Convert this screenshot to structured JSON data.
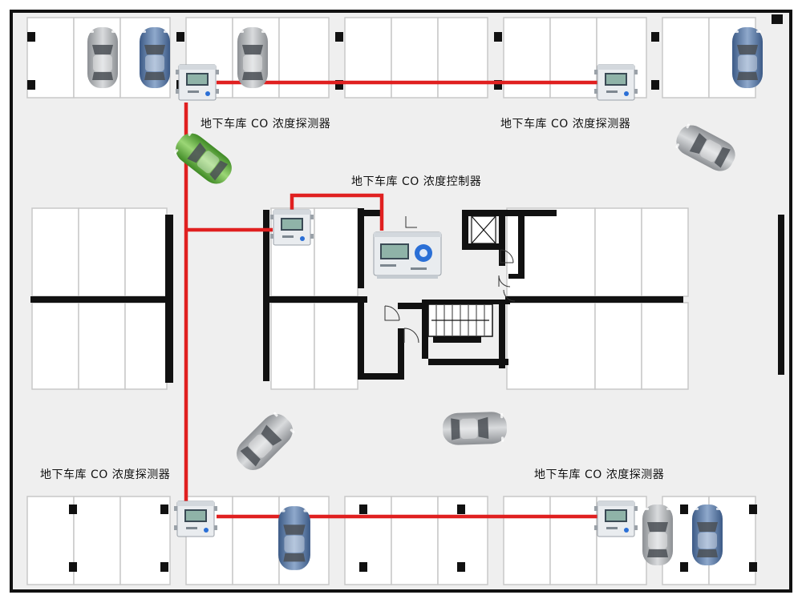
{
  "labels": {
    "detector_top_left": "地下车库 CO 浓度探测器",
    "detector_top_right": "地下车库 CO 浓度探测器",
    "controller": "地下车库 CO 浓度控制器",
    "detector_bottom_left": "地下车库 CO 浓度探测器",
    "detector_bottom_right": "地下车库 CO 浓度探测器"
  },
  "colors": {
    "wire": "#e02020",
    "wall": "#111111",
    "floor": "#efefef",
    "stall_fill": "#ffffff",
    "stall_line": "#c8c8c8",
    "car_silver": "#b9bcbf",
    "car_blue": "#5f7ea8",
    "car_green": "#5fb33c",
    "device_body": "#e9ecef",
    "device_screen": "#3a4a55",
    "controller_key": "#2a6fd6"
  },
  "icons": {
    "detector": "co-detector-icon",
    "controller": "co-controller-icon",
    "car": "car-icon",
    "stairs": "stairs-icon",
    "elevator": "elevator-icon",
    "door": "door-swing-icon"
  }
}
